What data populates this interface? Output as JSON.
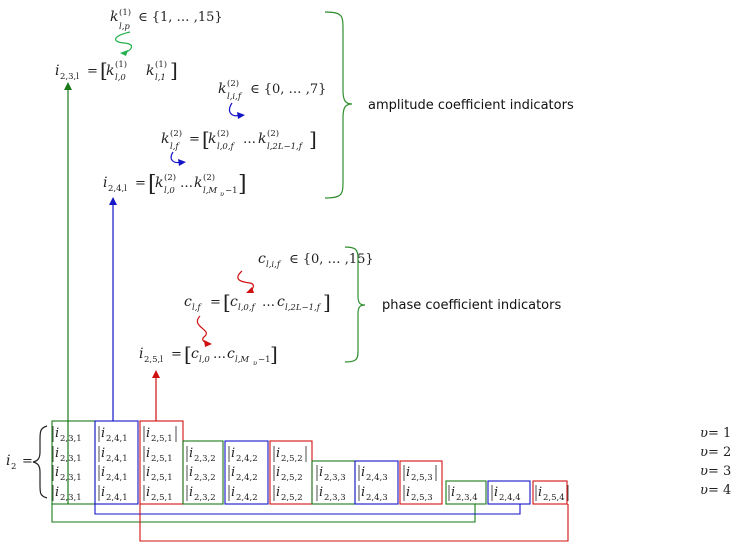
{
  "labels": {
    "amplitude": "amplitude coefficient indicators",
    "phase": "phase coefficient indicators"
  },
  "colors": {
    "green": "#1a7a1a",
    "blue": "#1515c8",
    "red": "#d01010",
    "bright_green": "#22b14c",
    "bracket_green": "#2f8f2f",
    "bracket_blue": "#3a3ad0"
  },
  "equations": {
    "k1_set": {
      "base": "k",
      "sup": "(1)",
      "sub": "l,p",
      "rhs": "∈ {1, … ,15}"
    },
    "i23": {
      "lhs_base": "i",
      "lhs_sub": "2,3,l",
      "eq": "=",
      "t1": "k",
      "t1_sup": "(1)",
      "t1_sub": "l,0",
      "t2": "k",
      "t2_sup": "(1)",
      "t2_sub": "l,1"
    },
    "k2_set": {
      "base": "k",
      "sup": "(2)",
      "sub": "l,i,f",
      "rhs": "∈ {0, … ,7}"
    },
    "klf": {
      "lhs_base": "k",
      "lhs_sup": "(2)",
      "lhs_sub": "l,f",
      "eq": "=",
      "t1": "k",
      "t1_sup": "(2)",
      "t1_sub": "l,0,f",
      "dots": "…",
      "t2": "k",
      "t2_sup": "(2)",
      "t2_sub": "l,2L−1,f"
    },
    "i24": {
      "lhs_base": "i",
      "lhs_sub": "2,4,l",
      "eq": "=",
      "t1": "k",
      "t1_sup": "(2)",
      "t1_sub": "l,0",
      "dots": "…",
      "t2": "k",
      "t2_sup": "(2)",
      "t2_sub": "l,M",
      "t2_subsub": "υ",
      "t2_tail": "−1"
    },
    "c_set": {
      "base": "c",
      "sub": "l,i,f",
      "rhs": "∈ {0, … ,15}"
    },
    "clf": {
      "lhs_base": "c",
      "lhs_sub": "l,f",
      "eq": "=",
      "t1": "c",
      "t1_sub": "l,0,f",
      "dots": "…",
      "t2": "c",
      "t2_sub": "l,2L−1,f"
    },
    "i25": {
      "lhs_base": "i",
      "lhs_sub": "2,5,l",
      "eq": "=",
      "t1": "c",
      "t1_sub": "l,0",
      "dots": "…",
      "t2": "c",
      "t2_sub": "l,M",
      "t2_subsub": "υ",
      "t2_tail": "−1"
    }
  },
  "i2": {
    "base": "i",
    "sub": "2",
    "eq": "="
  },
  "rows": [
    [
      "2,3,1",
      "2,4,1",
      "2,5,1"
    ],
    [
      "2,3,1",
      "2,4,1",
      "2,5,1",
      "2,3,2",
      "2,4,2",
      "2,5,2"
    ],
    [
      "2,3,1",
      "2,4,1",
      "2,5,1",
      "2,3,2",
      "2,4,2",
      "2,5,2",
      "2,3,3",
      "2,4,3",
      "2,5,3"
    ],
    [
      "2,3,1",
      "2,4,1",
      "2,5,1",
      "2,3,2",
      "2,4,2",
      "2,5,2",
      "2,3,3",
      "2,4,3",
      "2,5,3",
      "2,3,4",
      "2,4,4",
      "2,5,4"
    ]
  ],
  "cell_base": "i",
  "v_labels": [
    {
      "var": "υ",
      "rest": " = 1"
    },
    {
      "var": "υ",
      "rest": " = 2"
    },
    {
      "var": "υ",
      "rest": " = 3"
    },
    {
      "var": "υ",
      "rest": " = 4"
    }
  ]
}
